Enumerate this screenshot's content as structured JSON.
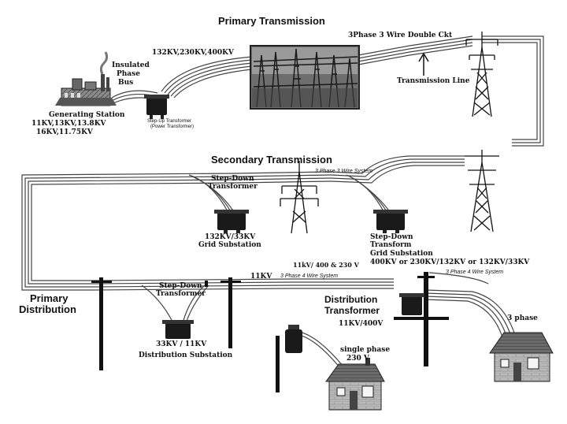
{
  "titles": {
    "primary_transmission": "Primary Transmission",
    "secondary_transmission": "Secondary Transmission",
    "primary_distribution_line1": "Primary",
    "primary_distribution_line2": "Distribution",
    "distribution_transformer_line1": "Distribution",
    "distribution_transformer_line2": "Transformer"
  },
  "labels": {
    "insulated_line1": "Insulated",
    "insulated_line2": "Phase",
    "insulated_line3": "Bus",
    "generating_station": "Generating Station",
    "gen_voltage_line1": "11KV,13KV,13.8KV",
    "gen_voltage_line2": "16KV,11.75KV",
    "tx_voltages": "132KV,230KV,400KV",
    "step_up_line1": "Step-Up Transformer",
    "step_up_line2": "(Power Transformer)",
    "three_phase_double": "3Phase 3 Wire Double Ckt",
    "transmission_line": "Transmission Line",
    "step_down_line1": "Step-Down",
    "step_down_line2": "Transformer",
    "grid_sub_line1": "132KV/33KV",
    "grid_sub_line2": "Grid Substation",
    "three_phase_three_wire": "3 Phase 3 Wire System",
    "step_down_transform_line1": "Step-Down",
    "step_down_transform_line2": "Transform",
    "step_down_transform_line3": "Grid Substation",
    "grid_voltage": "400KV or 230KV/132KV or 132KV/33KV",
    "three_phase_four_wire_right": "3 Phase 4 Wire System",
    "dist_voltage": "11kV/ 400 & 230 V",
    "eleven_kv": "11KV",
    "three_phase_four_wire_mid": "3 Phase 4 Wire System",
    "step_down2_line1": "Step-Down",
    "step_down2_line2": "Transformer",
    "dist_sub_line1": "33KV / 11KV",
    "dist_sub_line2": "Distribution Substation",
    "dist_tx_voltage": "11KV/400V",
    "single_phase_line1": "single phase",
    "single_phase_line2": "230 V",
    "three_phase": "3 phase"
  }
}
